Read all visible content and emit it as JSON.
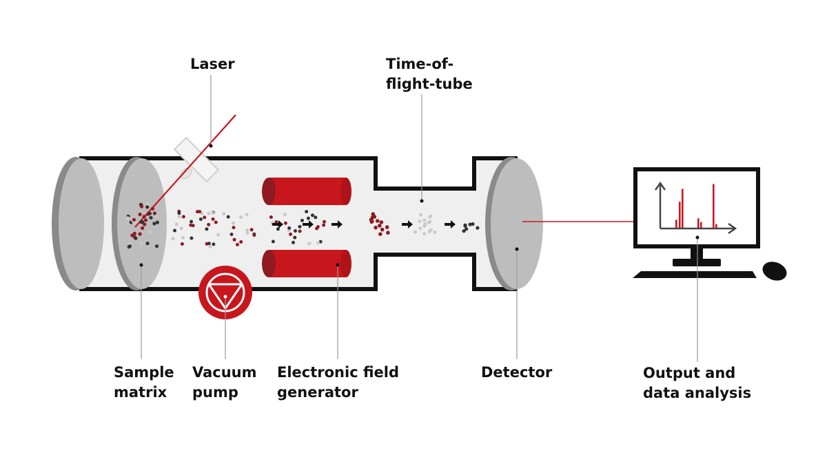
{
  "colors": {
    "accent": "#c8161d",
    "dark_red": "#8e1b22",
    "chamber_fill": "#efefef",
    "outline": "#111111",
    "disc": "#bdbdbd",
    "disc_edge": "#8a8a8a"
  },
  "labels": {
    "laser": "Laser",
    "tof_line1": "Time-of-",
    "tof_line2": "flight-tube",
    "sample_line1": "Sample",
    "sample_line2": "matrix",
    "vacuum_line1": "Vacuum",
    "vacuum_line2": "pump",
    "field_line1": "Electronic field",
    "field_line2": "generator",
    "detector": "Detector",
    "output_line1": "Output and",
    "output_line2": "data analysis"
  },
  "icons": [
    "vacuum-pump-icon",
    "computer-monitor-icon",
    "keyboard-icon",
    "mouse-icon",
    "arrow-right-icon"
  ],
  "monitor_spectrum_peaks": [
    0.17,
    0.55,
    0.82,
    0.2,
    0.12,
    0.92,
    0.08
  ]
}
